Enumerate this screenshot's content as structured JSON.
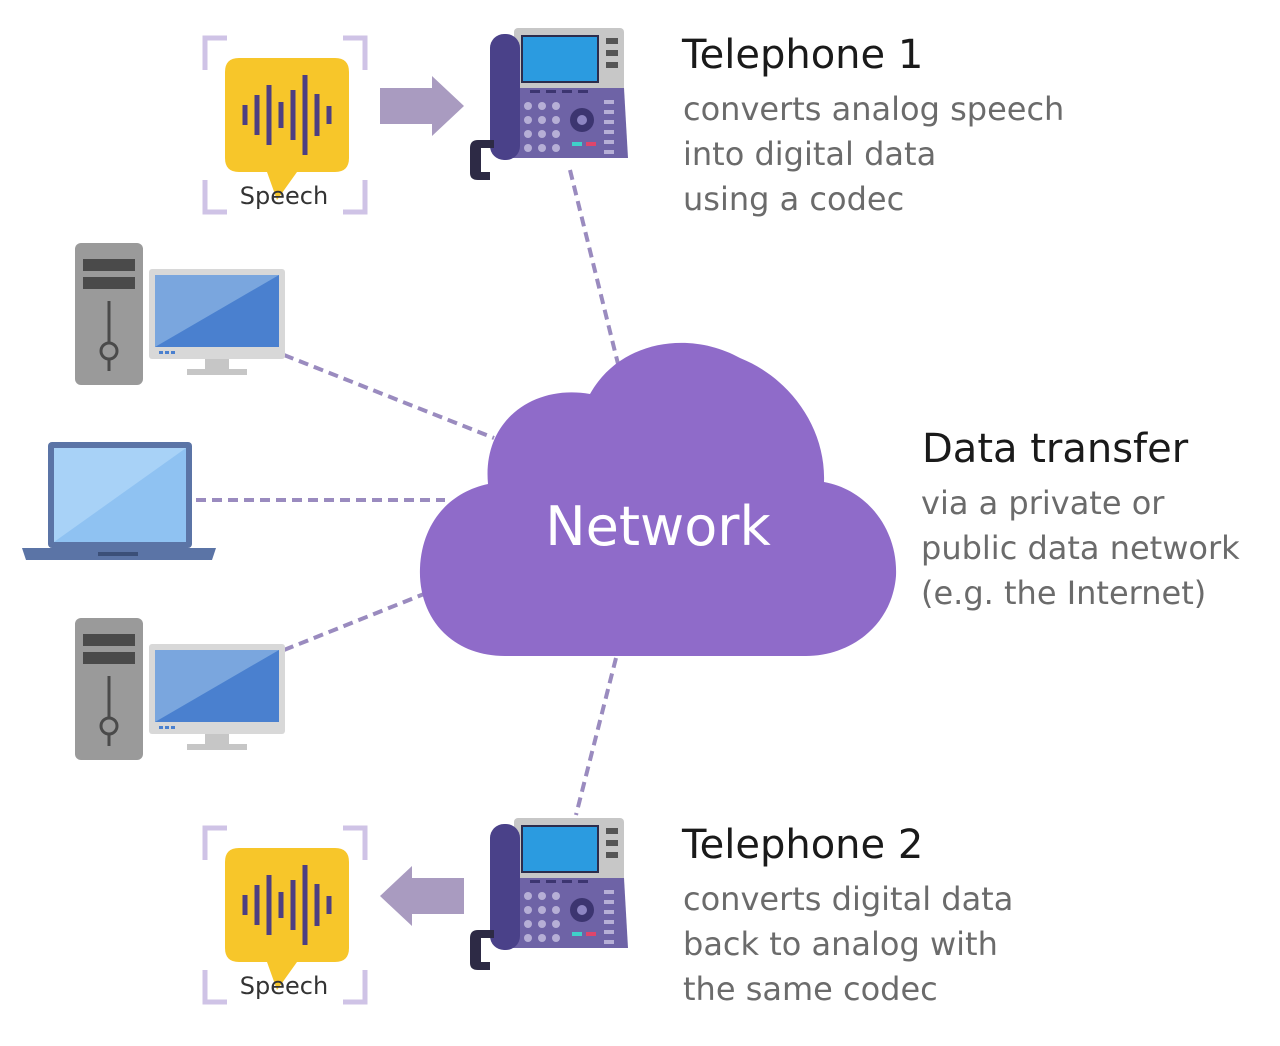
{
  "colors": {
    "cloud": "#8f6bc9",
    "phone_body": "#6e63a6",
    "handset": "#4a4189",
    "phone_screen": "#2b9be0",
    "arrow": "#a99bc0",
    "speech_bubble": "#f7c62a",
    "waveform": "#4d3f82",
    "bracket": "#cfc3e6",
    "connector": "#9a8bbf",
    "monitor_screen": "#4a80cf",
    "laptop_frame": "#5b74a6",
    "laptop_screen": "#8fc2f2",
    "tower": "#9a9a9a"
  },
  "network": {
    "label": "Network"
  },
  "speech_top": {
    "label": "Speech",
    "icon": "speech-waveform-icon"
  },
  "speech_bottom": {
    "label": "Speech",
    "icon": "speech-waveform-icon"
  },
  "telephone1": {
    "title": "Telephone 1",
    "lines": [
      "converts analog speech",
      "into digital data",
      "using a codec"
    ],
    "icon": "ip-phone-icon"
  },
  "telephone2": {
    "title": "Telephone 2",
    "lines": [
      "converts digital data",
      "back to analog with",
      "the same codec"
    ],
    "icon": "ip-phone-icon"
  },
  "data_transfer": {
    "title": "Data transfer",
    "lines": [
      "via a private or",
      "public data network",
      "(e.g. the Internet)"
    ]
  },
  "devices": [
    {
      "icon": "desktop-computer-icon"
    },
    {
      "icon": "laptop-icon"
    },
    {
      "icon": "desktop-computer-icon"
    }
  ]
}
